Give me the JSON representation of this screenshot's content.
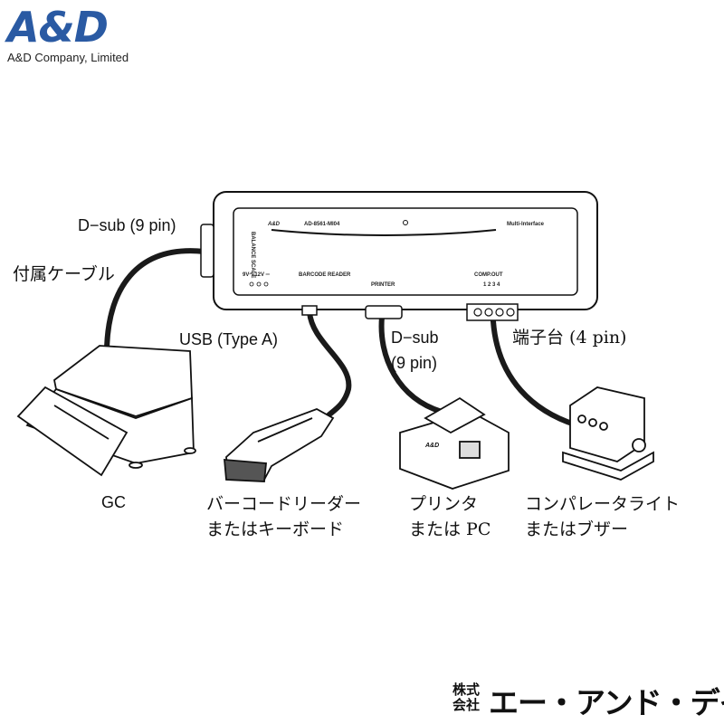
{
  "logo": {
    "mark": "A&D",
    "company": "A&D Company, Limited"
  },
  "device": {
    "brand": "A&D",
    "model": "AD-8561-MI04",
    "name": "Multi-Interface",
    "side_label": "BALANCE SCALE",
    "power": "9V～12V ═",
    "port_barcode": "BARCODE READER",
    "port_printer": "PRINTER",
    "port_comp": "COMP.OUT",
    "comp_pins": "1 2 3 4"
  },
  "labels": {
    "dsub_left": "D−sub (9 pin)",
    "cable": "付属ケーブル",
    "usb": "USB (Type A)",
    "dsub_printer_1": "D−sub",
    "dsub_printer_2": "(9 pin)",
    "terminal": "端子台  (4 pin)",
    "gc": "GC",
    "barcode_1": "バーコードリーダー",
    "barcode_2": "またはキーボード",
    "printer_1": "プリンタ",
    "printer_2": "または PC",
    "comp_1": "コンパレータライト",
    "comp_2": "またはブザー"
  },
  "corporate": {
    "small": "株式 会社",
    "big": "エー・アンド・デイ"
  },
  "colors": {
    "brand_blue": "#2a5aa3",
    "line": "#111111",
    "cable": "#1a1a1a"
  }
}
